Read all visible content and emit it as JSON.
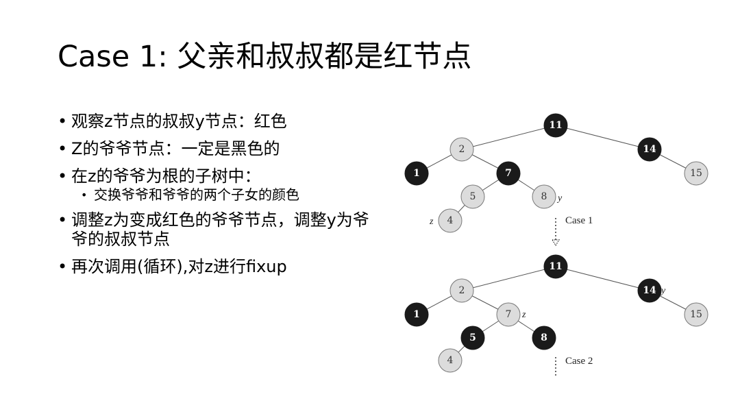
{
  "title": "Case 1: 父亲和叔叔都是红节点",
  "bullets": [
    {
      "text": "观察z节点的叔叔y节点：红色"
    },
    {
      "text": "Z的爷爷节点：一定是黑色的"
    },
    {
      "text": "在z的爷爷为根的子树中：",
      "sub": [
        "交换爷爷和爷爷的两个子女的颜色"
      ]
    },
    {
      "text": "调整z为变成红色的爷爷节点，调整y为爷爷的叔叔节点"
    },
    {
      "text": "再次调用(循环),对z进行fixup"
    }
  ],
  "diagram": {
    "colors": {
      "black": "#1a1a1a",
      "red": "#dcdcdc",
      "edge": "#555555"
    },
    "trees": [
      {
        "nodes": [
          {
            "key": "11",
            "color": "black"
          },
          {
            "key": "2",
            "color": "red"
          },
          {
            "key": "14",
            "color": "black"
          },
          {
            "key": "1",
            "color": "black"
          },
          {
            "key": "7",
            "color": "black"
          },
          {
            "key": "15",
            "color": "red"
          },
          {
            "key": "5",
            "color": "red"
          },
          {
            "key": "8",
            "color": "red"
          },
          {
            "key": "4",
            "color": "red"
          }
        ],
        "labels": {
          "y": "y",
          "z": "z"
        }
      },
      {
        "nodes": [
          {
            "key": "11",
            "color": "black"
          },
          {
            "key": "2",
            "color": "red"
          },
          {
            "key": "14",
            "color": "black"
          },
          {
            "key": "1",
            "color": "black"
          },
          {
            "key": "7",
            "color": "red"
          },
          {
            "key": "15",
            "color": "red"
          },
          {
            "key": "5",
            "color": "black"
          },
          {
            "key": "8",
            "color": "black"
          },
          {
            "key": "4",
            "color": "red"
          }
        ],
        "labels": {
          "y": "y",
          "z": "z"
        }
      }
    ],
    "transitions": [
      "Case 1",
      "Case 2"
    ]
  }
}
